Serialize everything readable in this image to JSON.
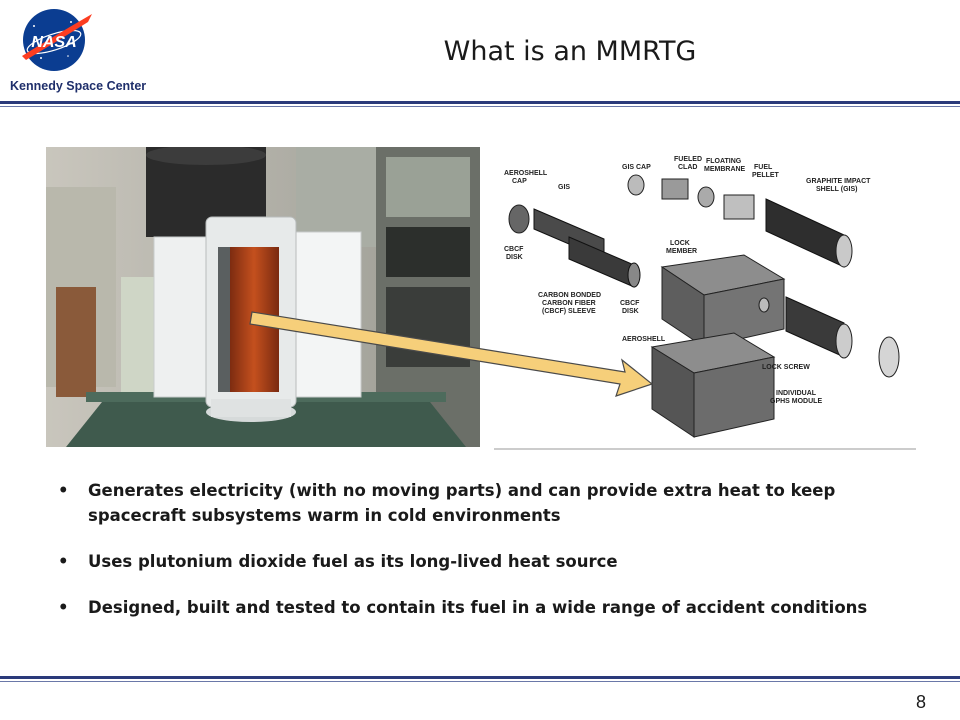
{
  "header": {
    "logo_text": "NASA",
    "center_name": "Kennedy Space Center",
    "title": "What is an MMRTG"
  },
  "diagram_labels": {
    "aeroshell_cap": "AEROSHELL",
    "aeroshell_cap2": "CAP",
    "gis": "GIS",
    "gis_cap": "GIS CAP",
    "fueled_clad": "FUELED",
    "fueled_clad2": "CLAD",
    "floating_membrane": "FLOATING",
    "floating_membrane2": "MEMBRANE",
    "fuel_pellet": "FUEL",
    "fuel_pellet2": "PELLET",
    "graphite_impact": "GRAPHITE IMPACT",
    "graphite_impact2": "SHELL (GIS)",
    "cbcf_disk_left": "CBCF",
    "cbcf_disk_left2": "DISK",
    "lock_member": "LOCK",
    "lock_member2": "MEMBER",
    "carbon_bonded": "CARBON BONDED",
    "carbon_bonded2": "CARBON FIBER",
    "carbon_bonded3": "(CBCF) SLEEVE",
    "cbcf_disk_right": "CBCF",
    "cbcf_disk_right2": "DISK",
    "aeroshell": "AEROSHELL",
    "lock_screw": "LOCK SCREW",
    "individual": "INDIVIDUAL",
    "individual2": "GPHS MODULE"
  },
  "bullets": [
    {
      "marker": "•",
      "text": "Generates electricity (with no moving parts) and can provide extra heat to keep spacecraft subsystems warm in cold environments"
    },
    {
      "marker": "•",
      "text": "Uses plutonium dioxide fuel as its long-lived heat source"
    },
    {
      "marker": "•",
      "text": "Designed, built and tested to contain its fuel in a wide range of accident conditions"
    }
  ],
  "footer": {
    "page_number": "8"
  },
  "colors": {
    "rule": "#2a3a7a",
    "nasa_blue": "#0b3d91",
    "nasa_red": "#fc3d21",
    "arrow_fill": "#f6cf7a"
  }
}
